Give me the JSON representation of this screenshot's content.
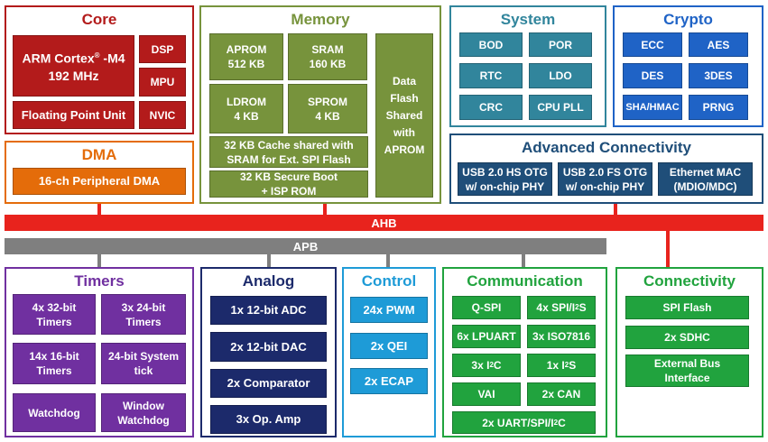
{
  "colors": {
    "core": "#b31b1b",
    "memory": "#77933c",
    "system": "#31859c",
    "crypto": "#1f63c6",
    "dma": "#e46c0a",
    "adv": "#1f4e79",
    "ahb": "#e8231d",
    "apb": "#7f7f7f",
    "timers": "#7030a0",
    "analog": "#1c2a6b",
    "control": "#1e9bd7",
    "comm": "#21a33e"
  },
  "core": {
    "title": "Core",
    "cpu_name": "ARM Cortex",
    "cpu_reg": "®",
    "cpu_suffix": " -M4",
    "cpu_freq": "192 MHz",
    "fpu": "Floating Point Unit",
    "dsp": "DSP",
    "mpu": "MPU",
    "nvic": "NVIC"
  },
  "memory": {
    "title": "Memory",
    "aprom": "APROM\n512 KB",
    "sram": "SRAM\n160 KB",
    "ldrom": "LDROM\n4 KB",
    "sprom": "SPROM\n4 KB",
    "cache": "32 KB Cache shared with\nSRAM for  Ext. SPI Flash",
    "secure": "32 KB Secure Boot\n+ ISP ROM",
    "dataflash": "Data\nFlash\nShared\nwith\nAPROM"
  },
  "system": {
    "title": "System",
    "items": [
      "BOD",
      "POR",
      "RTC",
      "LDO",
      "CRC",
      "CPU PLL"
    ]
  },
  "crypto": {
    "title": "Crypto",
    "items": [
      "ECC",
      "AES",
      "DES",
      "3DES",
      "SHA/HMAC",
      "PRNG"
    ]
  },
  "dma": {
    "title": "DMA",
    "item": "16-ch Peripheral DMA"
  },
  "advanced": {
    "title": "Advanced Connectivity",
    "items": [
      "USB 2.0 HS OTG\nw/ on-chip PHY",
      "USB 2.0 FS OTG\nw/ on-chip PHY",
      "Ethernet MAC\n(MDIO/MDC)"
    ]
  },
  "bus": {
    "ahb": "AHB",
    "apb": "APB"
  },
  "timers": {
    "title": "Timers",
    "items": [
      "4x 32-bit\nTimers",
      "3x 24-bit\nTimers",
      "14x 16-bit\nTimers",
      "24-bit System\ntick",
      "Watchdog",
      "Window\nWatchdog"
    ]
  },
  "analog": {
    "title": "Analog",
    "items": [
      "1x 12-bit ADC",
      "2x 12-bit DAC",
      "2x Comparator",
      "3x Op. Amp"
    ]
  },
  "control": {
    "title": "Control",
    "items": [
      "24x PWM",
      "2x QEI",
      "2x ECAP"
    ]
  },
  "communication": {
    "title": "Communication",
    "qspi": "Q-SPI",
    "spi_i2s_pre": "4x SPI/I",
    "spi_i2s_sup": "2",
    "spi_i2s_post": "S",
    "lpuart": "6x LPUART",
    "iso": "3x ISO7816",
    "i2c_pre": "3x I",
    "i2c_sup": "2",
    "i2c_post": "C",
    "i2s_pre": "1x I",
    "i2s_sup": "2",
    "i2s_post": "S",
    "vai": "VAI",
    "can": "2x CAN",
    "uart_pre": "2x UART/SPI/I",
    "uart_sup": "2",
    "uart_post": "C"
  },
  "connectivity": {
    "title": "Connectivity",
    "items": [
      "SPI Flash",
      "2x SDHC",
      "External Bus\nInterface"
    ]
  }
}
